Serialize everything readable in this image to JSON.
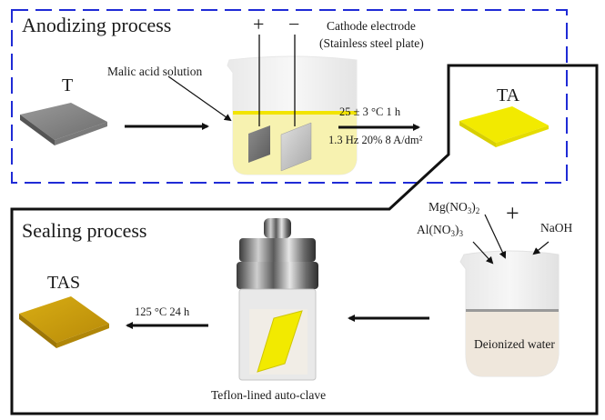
{
  "anodizing": {
    "title": "Anodizing process",
    "sample_start_label": "T",
    "electrolyte_label": "Malic acid solution",
    "anode_sign": "+",
    "cathode_sign": "−",
    "cathode_label_line1": "Cathode electrode",
    "cathode_label_line2": "(Stainless steel plate)",
    "condition_line1": "25 ± 3 °C 1 h",
    "condition_line2": "1.3 Hz 20% 8 A/dm²",
    "sample_result_label": "TA"
  },
  "sealing": {
    "title": "Sealing process",
    "reagent1": "Mg(NO",
    "reagent1_sub1": "3",
    "reagent1_close": ")",
    "reagent1_sub2": "2",
    "reagent2": "Al(NO",
    "reagent2_sub1": "3",
    "reagent2_close": ")",
    "reagent2_sub2": "3",
    "reagent3": "NaOH",
    "plus_sign": "+",
    "solvent_label": "Deionized water",
    "autoclave_label": "Teflon-lined auto-clave",
    "condition": "125 °C 24 h",
    "sample_final_label": "TAS"
  },
  "colors": {
    "anodizing_border": "#1f2bd6",
    "sealing_border": "#111111",
    "titanium_gray": "#8a8a8a",
    "anodized_yellow": "#f2ea00",
    "sealed_gold": "#c9a012",
    "solution_yellow": "#f7f2b0",
    "water_beige": "#efe7dc"
  }
}
